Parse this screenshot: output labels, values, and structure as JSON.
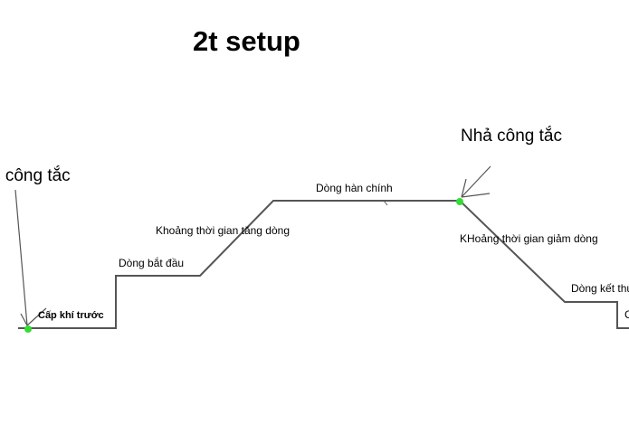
{
  "diagram": {
    "title": "2t setup",
    "labels": {
      "press_trigger": "n công tắc",
      "release_trigger": "Nhả công tắc",
      "main_current": "Dòng hàn chính",
      "upslope": "Khoảng thời gian tăng dòng",
      "start_current": "Dòng bắt đầu",
      "downslope": "KHoảng thời gian giảm dòng",
      "end_current": "Dòng kết thúc",
      "cutoff": "C",
      "pre_gas": "Cấp khí trước"
    },
    "colors": {
      "line": "#555555",
      "marker": "#33dd33",
      "text": "#000000"
    }
  }
}
